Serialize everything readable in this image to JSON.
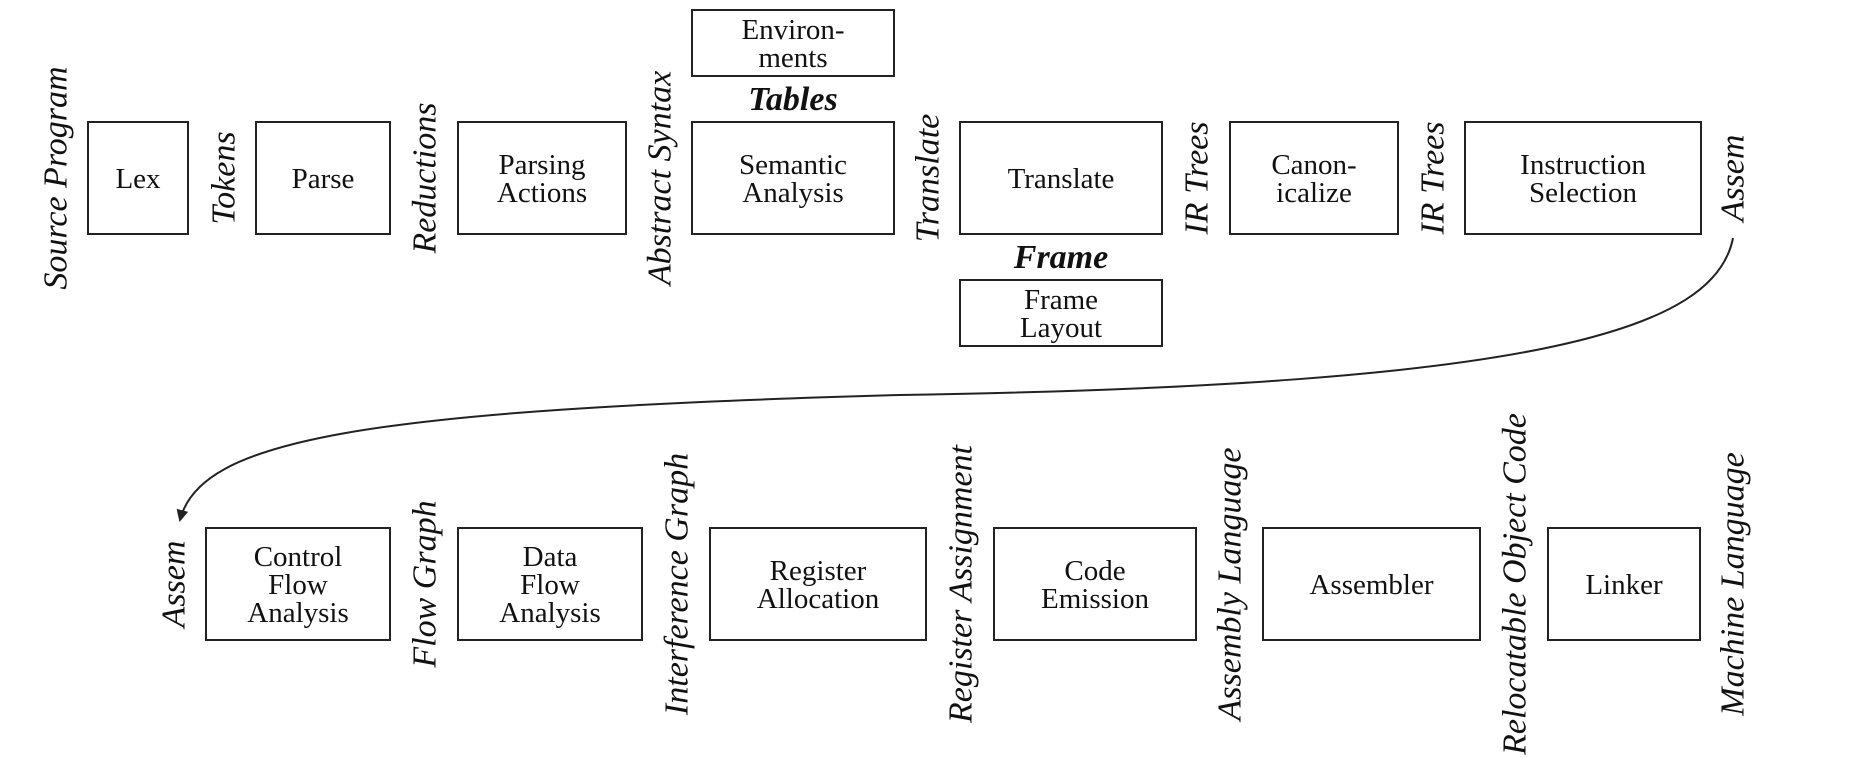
{
  "row1": {
    "boxes": [
      {
        "id": "lex",
        "lines": [
          "Lex"
        ]
      },
      {
        "id": "parse",
        "lines": [
          "Parse"
        ]
      },
      {
        "id": "parsing-actions",
        "lines": [
          "Parsing",
          "Actions"
        ]
      },
      {
        "id": "semantic-analysis",
        "lines": [
          "Semantic",
          "Analysis"
        ]
      },
      {
        "id": "translate",
        "lines": [
          "Translate"
        ]
      },
      {
        "id": "canonicalize",
        "lines": [
          "Canon-",
          "icalize"
        ]
      },
      {
        "id": "instruction-selection",
        "lines": [
          "Instruction",
          "Selection"
        ]
      }
    ],
    "labels": [
      "Source Program",
      "Tokens",
      "Reductions",
      "Abstract Syntax",
      "Translate",
      "IR Trees",
      "IR Trees",
      "Assem"
    ]
  },
  "extras": {
    "environments": {
      "lines": [
        "Environ-",
        "ments"
      ]
    },
    "tables": "Tables",
    "frame": "Frame",
    "frame_layout": {
      "lines": [
        "Frame",
        "Layout"
      ]
    }
  },
  "row2": {
    "boxes": [
      {
        "id": "control-flow-analysis",
        "lines": [
          "Control",
          "Flow",
          "Analysis"
        ]
      },
      {
        "id": "data-flow-analysis",
        "lines": [
          "Data",
          "Flow",
          "Analysis"
        ]
      },
      {
        "id": "register-allocation",
        "lines": [
          "Register",
          "Allocation"
        ]
      },
      {
        "id": "code-emission",
        "lines": [
          "Code",
          "Emission"
        ]
      },
      {
        "id": "assembler",
        "lines": [
          "Assembler"
        ]
      },
      {
        "id": "linker",
        "lines": [
          "Linker"
        ]
      }
    ],
    "labels": [
      "Assem",
      "Flow Graph",
      "Interference Graph",
      "Register Assignment",
      "Assembly Language",
      "Relocatable Object Code",
      "Machine Language"
    ]
  }
}
